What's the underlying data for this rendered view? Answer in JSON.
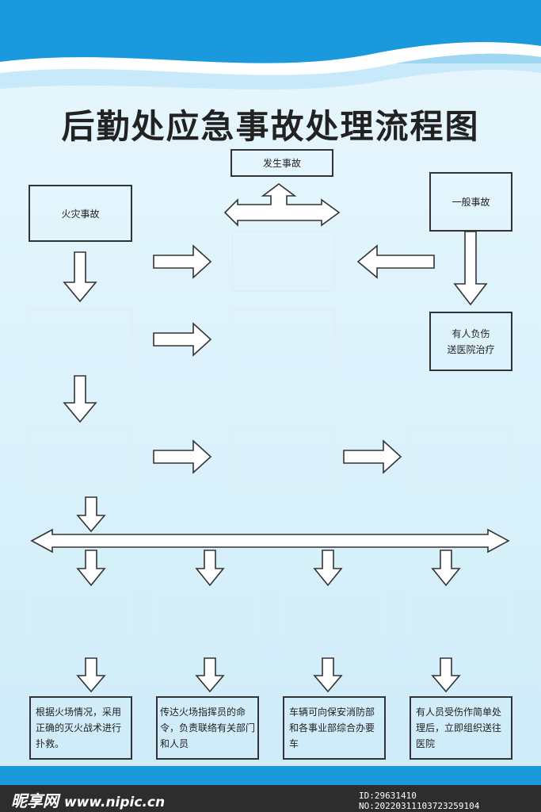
{
  "title": "后勤处应急事故处理流程图",
  "nodes": {
    "start": "发生事故",
    "fire": "火灾事故",
    "general": "一般事故",
    "injured_line1": "有人负伤",
    "injured_line2": "送医院治疗",
    "action1": "根据火场情况，采用正确的灭火战术进行扑救。",
    "action2": "传达火场指挥员的命令，负责联络有关部门和人员",
    "action3": "车辆可向保安消防部和各事业部综合办要车",
    "action4": "有人员受伤作简单处理后，立即组织送往医院"
  },
  "watermark": {
    "logo": "昵享网",
    "site": "www.nipic.cn",
    "id": "ID:29631410 NO:20220311103723259104"
  },
  "colors": {
    "header_blue": "#1a99dd",
    "background": "#e0f4fc",
    "line": "#333333"
  }
}
